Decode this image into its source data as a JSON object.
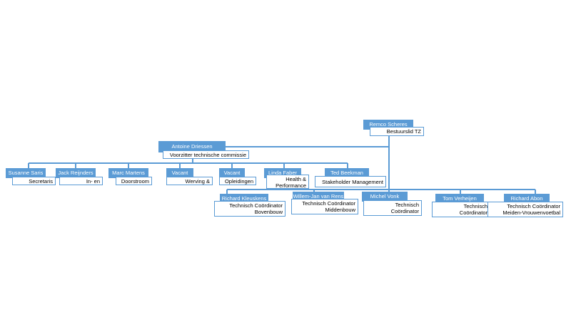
{
  "org": {
    "top": {
      "name": "Remco Scheres",
      "role": "Bestuurslid TZ"
    },
    "chair": {
      "name": "Antoine Driessen",
      "role": "Voorzitter technische commissie"
    },
    "committee": [
      {
        "name": "Susanne Saris",
        "role": "Secretaris"
      },
      {
        "name": "Jack Reijnders",
        "role": "In- en Uitstroom"
      },
      {
        "name": "Marc Martens",
        "role": "Doorstroom"
      },
      {
        "name": "Vacant",
        "role": "Werving & selectie"
      },
      {
        "name": "Vacant",
        "role": "Opleidingen"
      },
      {
        "name": "Linda Faber",
        "role": "Health &\nPerformance"
      },
      {
        "name": "Ted Beekman",
        "role": "Stakeholder Management"
      }
    ],
    "coordinators": [
      {
        "name": "Richard Kleuskens",
        "role": "Technisch Coördinator\nBovenbouw"
      },
      {
        "name": "Willem-Jan van Rens",
        "role": "Technisch Coördinator\nMiddenbouw"
      },
      {
        "name": "Michel Vonk",
        "role": "Technisch Coördinator\nOnderbouw"
      },
      {
        "name": "Tom Verheijen",
        "role": "Technisch Coördinator\nOnderbouw"
      },
      {
        "name": "Richard Abon",
        "role": "Technisch Coördinator\nMeiden-Vrouwenvoetbal"
      }
    ],
    "colors": {
      "box": "#5b9bd5",
      "line": "#5b9bd5",
      "text_on_box": "#ffffff"
    }
  }
}
